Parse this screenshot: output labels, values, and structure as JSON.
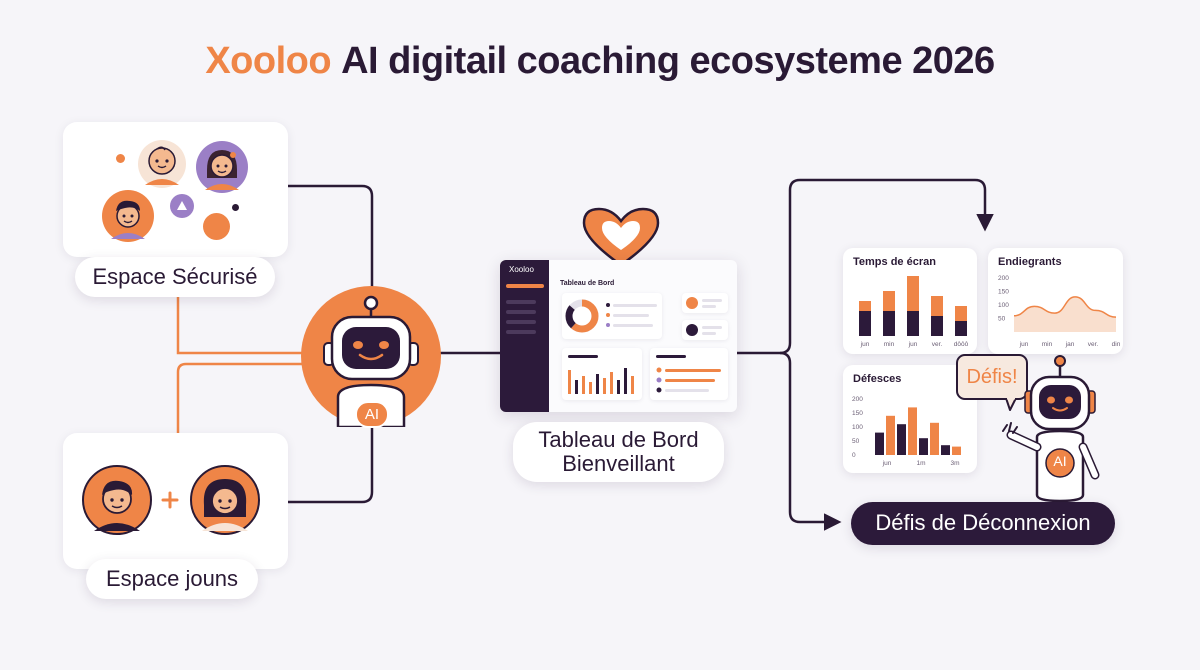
{
  "header": {
    "brand": "Xooloo",
    "rest": "AI digitail coaching ecosysteme 2026"
  },
  "nodes": {
    "secure_space": "Espace Sécurisé",
    "young_space": "Espace jouns",
    "ai_badge": "AI",
    "dashboard_label_line1": "Tableau de Bord",
    "dashboard_label_line2": "Bienveillant",
    "disconnect": "Défis de Déconnexion",
    "speech": "Défis!",
    "robot_badge": "AI"
  },
  "dashboard": {
    "brand": "Xooloo",
    "heading": "Tableau de Bord"
  },
  "colors": {
    "accent": "#ef8547",
    "dark": "#2c1a3a",
    "purple": "#9b7fc6",
    "background": "#f6f5f9"
  },
  "chart_data": [
    {
      "type": "bar",
      "title": "Temps de écran",
      "categories": [
        "jun",
        "min",
        "jun",
        "ver.",
        "dôôô"
      ],
      "series": [
        {
          "values": [
            35,
            45,
            60,
            40,
            30
          ]
        },
        {
          "values": [
            25,
            25,
            25,
            20,
            15
          ]
        }
      ]
    },
    {
      "type": "area",
      "title": "Endiegrants",
      "categories": [
        "jun",
        "min",
        "jan",
        "ver.",
        "din"
      ],
      "yticks": [
        "200",
        "150",
        "100",
        "50"
      ],
      "values": [
        60,
        95,
        70,
        130,
        80,
        55
      ]
    },
    {
      "type": "bar",
      "title": "Défesces",
      "categories": [
        "jun",
        "1m",
        "3m"
      ],
      "yticks": [
        "200",
        "150",
        "100",
        "50",
        "0"
      ],
      "series": [
        {
          "values": [
            80,
            110,
            60,
            35
          ]
        },
        {
          "values": [
            140,
            170,
            115,
            30
          ]
        }
      ]
    }
  ]
}
